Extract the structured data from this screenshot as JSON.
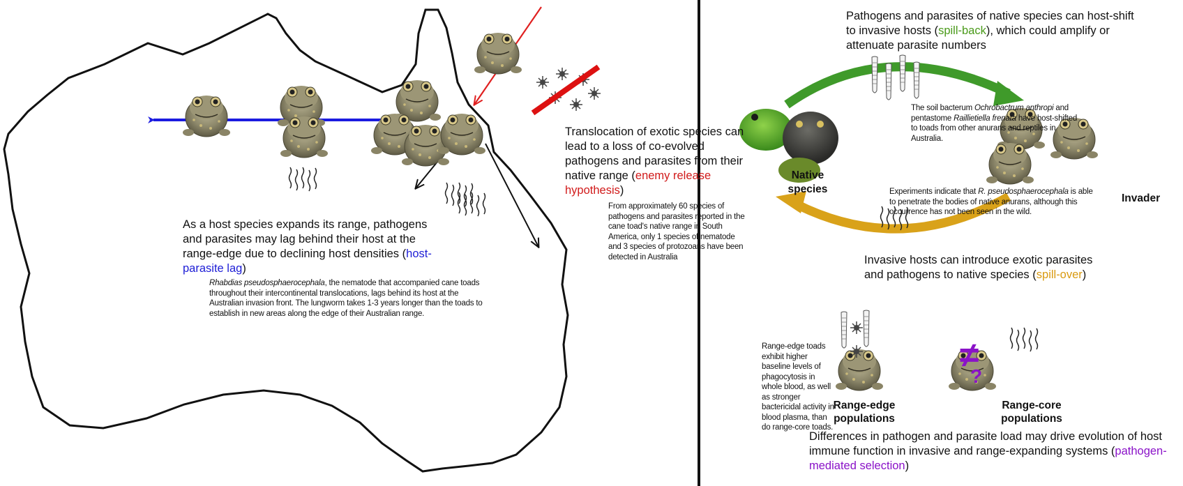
{
  "left": {
    "lag_text": {
      "pre": "As a host species expands its range, pathogens and parasites may lag behind their host at the range-edge due to declining host densities (",
      "term": "host-parasite lag",
      "post": ")"
    },
    "lag_detail": {
      "species": "Rhabdias pseudosphaerocephala",
      "rest": ", the nematode that accompanied cane toads throughout their intercontinental translocations, lags behind its host at the Australian invasion front. The lungworm takes 1-3 years longer than the toads  to establish in new areas along the edge of their Australian range."
    },
    "release_text": {
      "pre": "Translocation of exotic species can lead to a loss of co-evolved pathogens and parasites from their native range (",
      "term": "enemy release hypothesis",
      "post": ")"
    },
    "release_detail": "From approximately 60 species of pathogens and parasites reported in the cane toad's native range in South America, only 1 species of nematode and 3 species of protozoans have been detected in Australia"
  },
  "right": {
    "spillback_text": {
      "pre": "Pathogens and parasites of native species can host-shift to invasive hosts (",
      "term": "spill-back",
      "post": "), which could amplify or attenuate parasite numbers"
    },
    "bacterium_text": {
      "a": "The soil bacterum ",
      "b": "Ochrobactrum anthropi",
      "c": " and pentastome ",
      "d": "Raillietiella frenata",
      "e": " have host-shifted to toads from other anurans and reptiles in Australia."
    },
    "experiment_text": {
      "a": "Experiments indicate that ",
      "b": "R. pseudosphaerocephala",
      "c": " is able to penetrate the bodies of native anurans, although this occurrence has not been seen in the wild."
    },
    "native_label": "Native species",
    "invader_label": "Invader",
    "spillover_text": {
      "pre": "Invasive hosts can introduce exotic parasites and pathogens to native species  (",
      "term": "spill-over",
      "post": ")"
    },
    "immune_text": "Range-edge toads exhibit higher baseline levels of phagocytosis in whole blood, as well as stronger bactericidal activity in blood plasma, than do range-core toads.",
    "range_edge_label": "Range-edge populations",
    "range_core_label": "Range-core populations",
    "neq_symbol": "≠",
    "q_symbol": "?",
    "selection_text": {
      "pre": "Differences in pathogen and parasite load may drive evolution of host immune function in invasive and range-expanding systems (",
      "term": "pathogen-mediated selection",
      "post": ")"
    }
  },
  "colors": {
    "blue_arrow": "#1c1ce0",
    "red_arrow": "#e02020",
    "green_arrow": "#3f9a2a",
    "orange_arrow": "#d9a21a",
    "purple": "#8a12c8",
    "toad": "#8e8a6c"
  }
}
